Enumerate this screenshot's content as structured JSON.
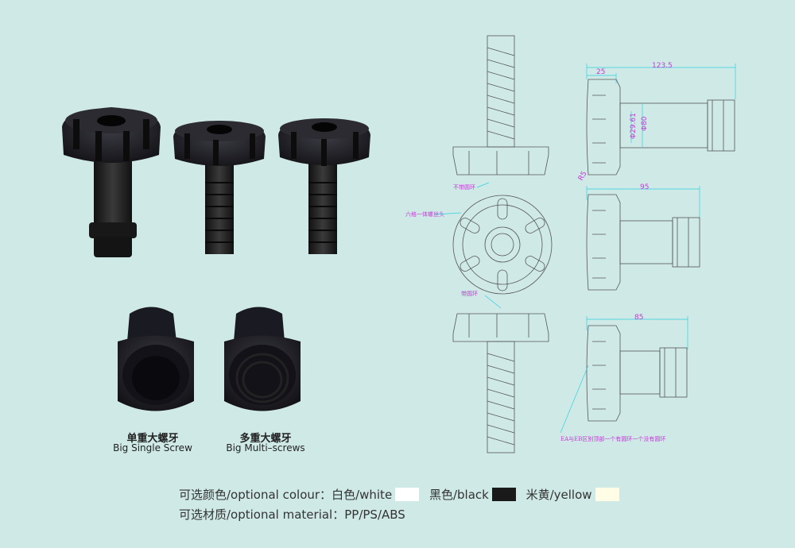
{
  "products": {
    "single": {
      "cn": "单重大螺牙",
      "en": "Big Single Screw"
    },
    "multi": {
      "cn": "多重大螺牙",
      "en": "Big Multi–screws"
    }
  },
  "colour_row": {
    "label": "可选颜色/optional colour：",
    "options": [
      {
        "name": "白色/white",
        "color": "#ffffff"
      },
      {
        "name": "黑色/black",
        "color": "#1a1a1a"
      },
      {
        "name": "米黄/yellow",
        "color": "#fffde6"
      }
    ]
  },
  "material_row": {
    "label": "可选材质/optional material：",
    "value": "PP/PS/ABS"
  },
  "drawing": {
    "dims": {
      "d1": "123.5",
      "d2": "25",
      "d3": "Φ29.61",
      "d4": "Φ80",
      "d5": "R5",
      "d6": "95",
      "d7": "85"
    },
    "notes": {
      "n1": "不带圆环",
      "n2": "六格一体螺丝头",
      "n3": "带圆环",
      "n4": "EA与EB区别顶部一个有圆环一个没有圆环"
    }
  }
}
